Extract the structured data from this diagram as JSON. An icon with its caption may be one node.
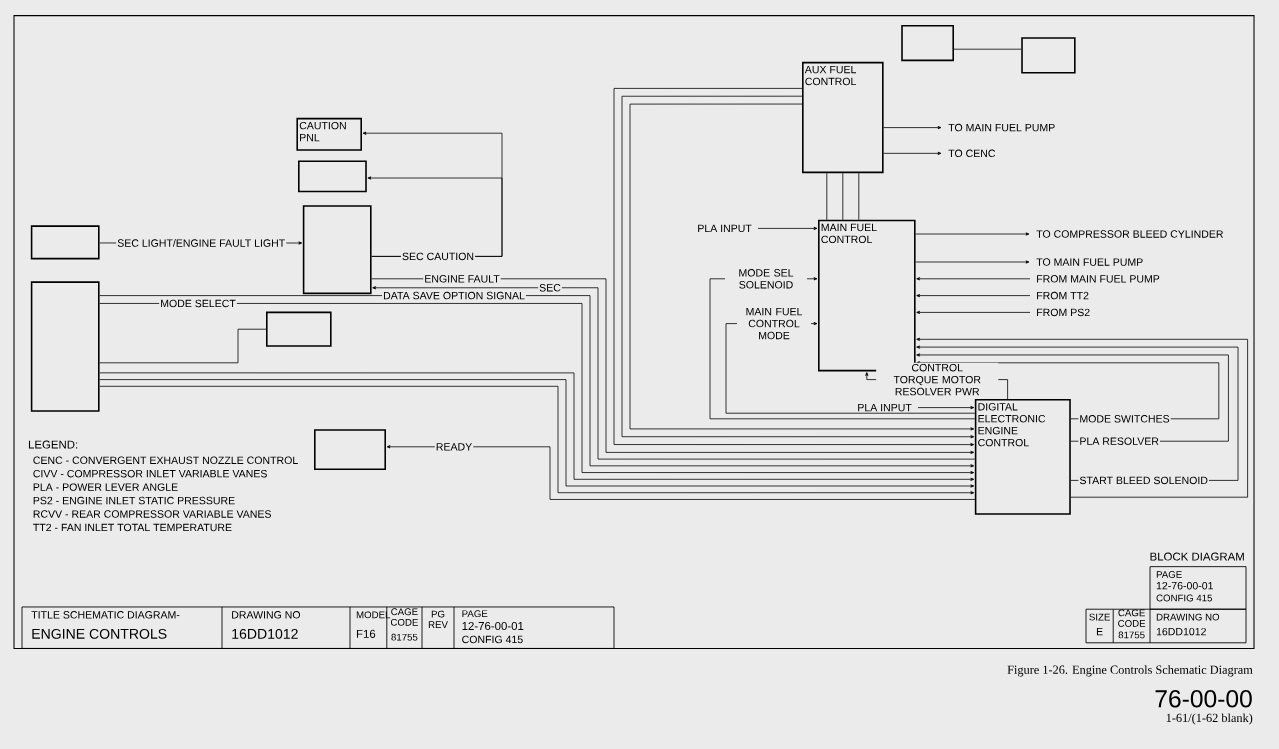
{
  "diagram": {
    "caption": "Figure 1-26. Engine Controls Schematic Diagram",
    "nodes": [
      {
        "text": [
          "CAUTION PNL"
        ]
      },
      {
        "text": [],
        "shape": "box"
      },
      {
        "text": [],
        "shape": "box"
      },
      {
        "text": [],
        "shape": "box"
      },
      {
        "text": [],
        "shape": "box"
      },
      {
        "text": [],
        "shape": "box"
      },
      {
        "text": [],
        "shape": "box"
      },
      {
        "text": [],
        "shape": "box"
      },
      {
        "text": [],
        "shape": "box"
      },
      {
        "text": [
          "AUX FUEL CONTROL"
        ]
      },
      {
        "text": [
          "MAIN FUEL CONTROL"
        ]
      },
      {
        "text": [
          "DIGITAL ELECTRONIC ENGINE CONTROL"
        ]
      }
    ],
    "edges": [
      {
        "from": 2,
        "to": 0,
        "arrow": "to",
        "label": "SEC CAUTION"
      },
      {
        "from": 2,
        "to": 1,
        "arrow": "to"
      },
      {
        "from": 3,
        "to": 2,
        "arrow": "to",
        "label": "SEC LIGHT/ENGINE FAULT LIGHT"
      },
      {
        "from": 2,
        "to": 11,
        "arrow": "to",
        "label": "ENGINE FAULT"
      },
      {
        "from": 11,
        "to": 2,
        "arrow": "to",
        "label": "SEC"
      },
      {
        "from": 4,
        "to": 11,
        "arrow": "to",
        "label": "DATA SAVE OPTION SIGNAL"
      },
      {
        "from": 4,
        "to": 11,
        "arrow": "to",
        "label": "MODE SELECT"
      },
      {
        "from": 4,
        "to": 11,
        "arrow": "to"
      },
      {
        "from": 4,
        "to": 11,
        "arrow": "to"
      },
      {
        "from": 4,
        "to": 11,
        "arrow": "to"
      },
      {
        "from": 11,
        "to": 6,
        "arrow": "to",
        "label": "READY"
      },
      {
        "from": 5,
        "to": 4,
        "arrow": "none"
      },
      {
        "from": 9,
        "to": 11,
        "arrow": "to"
      },
      {
        "from": 9,
        "to": 11,
        "arrow": "to"
      },
      {
        "from": 9,
        "to": 11,
        "arrow": "to"
      },
      {
        "from": 11,
        "to": 10,
        "arrow": "to",
        "label": "MODE SEL SOLENOID"
      },
      {
        "from": 11,
        "to": 10,
        "arrow": "to",
        "label": "MAIN FUEL CONTROL MODE"
      },
      {
        "from": null,
        "to": 10,
        "arrow": "to",
        "label": "PLA INPUT"
      },
      {
        "from": null,
        "to": 11,
        "arrow": "to",
        "label": "PLA INPUT"
      },
      {
        "from": 11,
        "to": 10,
        "arrow": "to",
        "label": "CONTROL TORQUE MOTOR RESOLVER PWR"
      },
      {
        "from": 10,
        "to": null,
        "arrow": "to",
        "label": "TO COMPRESSOR BLEED CYLINDER"
      },
      {
        "from": 10,
        "to": null,
        "arrow": "to",
        "label": "TO MAIN FUEL PUMP"
      },
      {
        "from": null,
        "to": 10,
        "arrow": "to",
        "label": "FROM MAIN FUEL PUMP"
      },
      {
        "from": null,
        "to": 10,
        "arrow": "to",
        "label": "FROM TT2"
      },
      {
        "from": null,
        "to": 10,
        "arrow": "to",
        "label": "FROM PS2"
      },
      {
        "from": 11,
        "to": 10,
        "arrow": "to",
        "label": "MODE SWITCHES"
      },
      {
        "from": 11,
        "to": 10,
        "arrow": "to",
        "label": "PLA RESOLVER"
      },
      {
        "from": 11,
        "to": 10,
        "arrow": "to",
        "label": "START BLEED SOLENOID"
      },
      {
        "from": 11,
        "to": 10,
        "arrow": "to"
      },
      {
        "from": 9,
        "to": null,
        "arrow": "to",
        "label": "TO MAIN FUEL PUMP"
      },
      {
        "from": 9,
        "to": null,
        "arrow": "to",
        "label": "TO CENC"
      },
      {
        "from": 9,
        "to": 10,
        "arrow": "none"
      },
      {
        "from": 9,
        "to": 10,
        "arrow": "none"
      },
      {
        "from": 9,
        "to": 10,
        "arrow": "none"
      },
      {
        "from": 7,
        "to": 8,
        "arrow": "none"
      }
    ],
    "labels": [
      "LEGEND:",
      "CENC - CONVERGENT EXHAUST NOZZLE CONTROL",
      "CIVV - COMPRESSOR INLET VARIABLE VANES",
      "PLA - POWER LEVER ANGLE",
      "PS2 - ENGINE INLET STATIC PRESSURE",
      "RCVV - REAR COMPRESSOR VARIABLE VANES",
      "TT2 - FAN INLET TOTAL TEMPERATURE",
      "TITLE SCHEMATIC DIAGRAM-",
      "ENGINE CONTROLS",
      "DRAWING NO",
      "16DD1012",
      "MODEL",
      "F16",
      "CAGE CODE",
      "81755",
      "PG REV",
      "PAGE",
      "12-76-00-01",
      "CONFIG 415",
      "BLOCK DIAGRAM",
      "PAGE",
      "12-76-00-01",
      "CONFIG 415",
      "SIZE",
      "E",
      "CAGE CODE",
      "81755",
      "DRAWING NO",
      "16DD1012",
      "76-00-00",
      "1-61/(1-62 blank)"
    ]
  }
}
